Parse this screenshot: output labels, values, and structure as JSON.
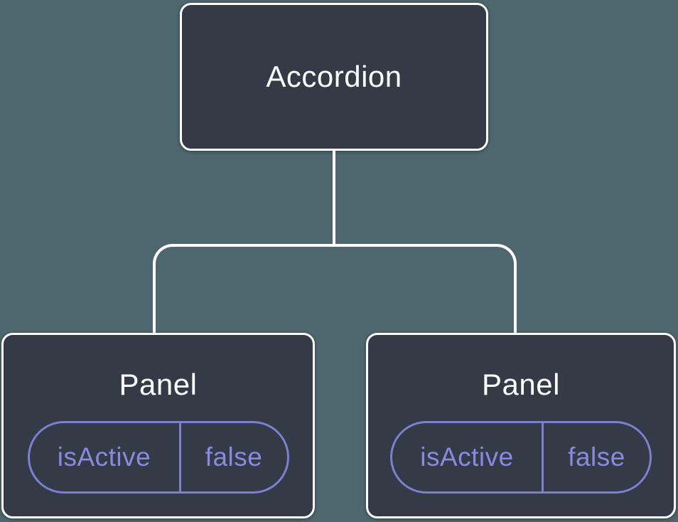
{
  "diagram": {
    "description": "React component tree diagram",
    "root": {
      "label": "Accordion"
    },
    "children": [
      {
        "label": "Panel",
        "state": {
          "name": "isActive",
          "value": "false"
        }
      },
      {
        "label": "Panel",
        "state": {
          "name": "isActive",
          "value": "false"
        }
      }
    ],
    "colors": {
      "background": "#4E666D",
      "node_fill": "#343A46",
      "node_border": "#FFFFFF",
      "node_text": "#FFFFFF",
      "connector": "#FFFFFF",
      "pill_border": "#7B80D0",
      "pill_text": "#868BE0"
    }
  }
}
